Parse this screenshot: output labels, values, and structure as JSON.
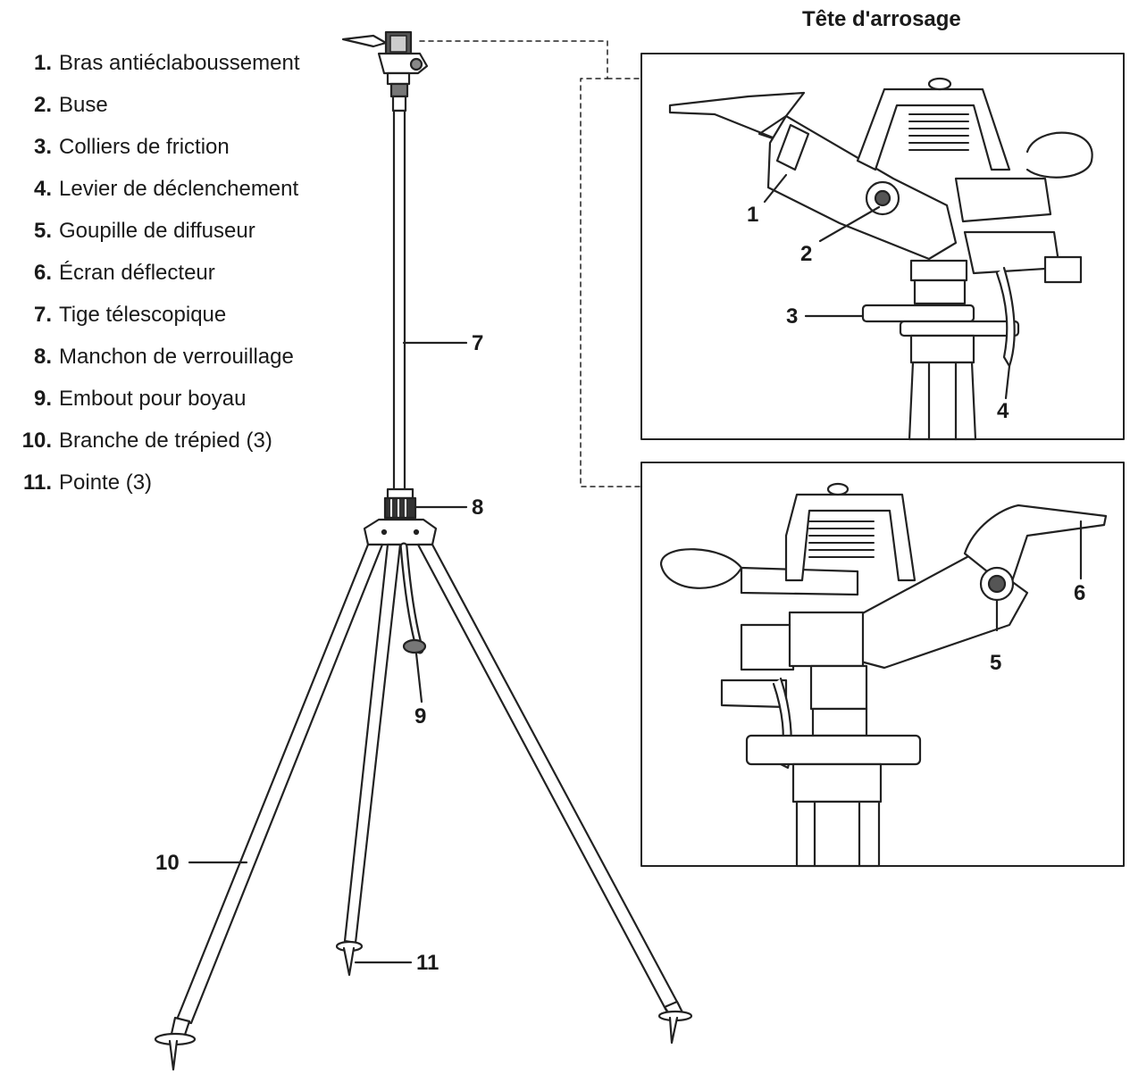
{
  "heading": "Tête d'arrosage",
  "parts": [
    {
      "num": "1.",
      "name": "Bras antiéclaboussement"
    },
    {
      "num": "2.",
      "name": "Buse"
    },
    {
      "num": "3.",
      "name": "Colliers de friction"
    },
    {
      "num": "4.",
      "name": "Levier de déclenchement"
    },
    {
      "num": "5.",
      "name": "Goupille de diffuseur"
    },
    {
      "num": "6.",
      "name": "Écran déflecteur"
    },
    {
      "num": "7.",
      "name": "Tige télescopique"
    },
    {
      "num": "8.",
      "name": "Manchon de verrouillage"
    },
    {
      "num": "9.",
      "name": "Embout pour boyau"
    },
    {
      "num": "10.",
      "name": "Branche de trépied (3)"
    },
    {
      "num": "11.",
      "name": "Pointe (3)"
    }
  ],
  "callouts": {
    "c1": "1",
    "c2": "2",
    "c3": "3",
    "c4": "4",
    "c5": "5",
    "c6": "6",
    "c7": "7",
    "c8": "8",
    "c9": "9",
    "c10": "10",
    "c11": "11"
  }
}
